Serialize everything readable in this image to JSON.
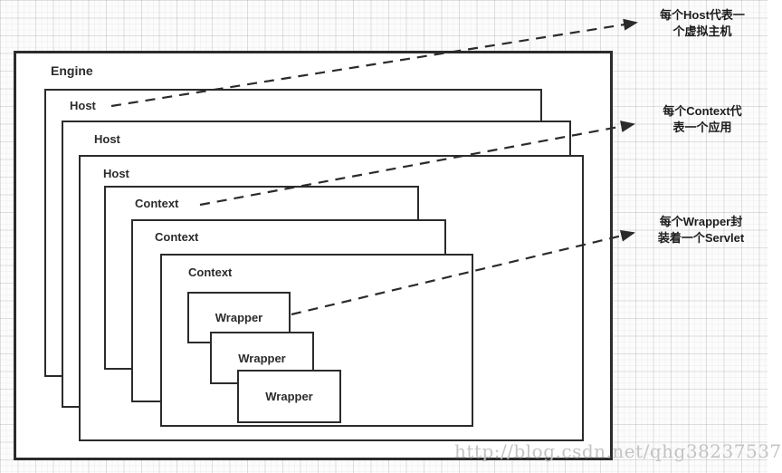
{
  "diagram": {
    "boxes": {
      "engine": {
        "label": "Engine"
      },
      "host1": {
        "label": "Host"
      },
      "host2": {
        "label": "Host"
      },
      "host3": {
        "label": "Host"
      },
      "context1": {
        "label": "Context"
      },
      "context2": {
        "label": "Context"
      },
      "context3": {
        "label": "Context"
      },
      "wrapper1": {
        "label": "Wrapper"
      },
      "wrapper2": {
        "label": "Wrapper"
      },
      "wrapper3": {
        "label": "Wrapper"
      }
    },
    "annotations": [
      {
        "line1": "每个Host代表一",
        "line2": "个虚拟主机"
      },
      {
        "line1": "每个Context代",
        "line2": "表一个应用"
      },
      {
        "line1": "每个Wrapper封",
        "line2": "装着一个Servlet"
      }
    ]
  },
  "watermark": "http://blog.csdn.net/qhg38237537",
  "colors": {
    "box_border": "#2b2b2b",
    "arrow": "#2b2b2b",
    "annotation_text": "#1c1c1c",
    "watermark_text": "#afafaf",
    "grid_line": "#d9d9d9",
    "background": "#fcfcfc"
  }
}
